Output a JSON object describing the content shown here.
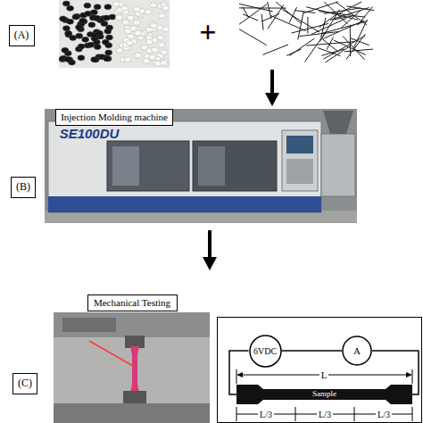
{
  "diagram": {
    "nodes": [
      {
        "text": [
          "(A)"
        ]
      },
      {
        "text": [
          "Injection Molding machine"
        ]
      },
      {
        "text": [
          "(B)"
        ]
      },
      {
        "text": [
          "Mechanical Testing"
        ]
      },
      {
        "text": [
          "(C)"
        ]
      },
      {
        "text": [
          "6VDC"
        ]
      },
      {
        "text": [
          "A"
        ]
      },
      {
        "text": [
          "Sample"
        ]
      }
    ],
    "edges": [
      {
        "from": 5,
        "to": 6,
        "arrow": "none"
      },
      {
        "from": 5,
        "to": 7,
        "arrow": "none"
      },
      {
        "from": 6,
        "to": 7,
        "arrow": "none"
      }
    ],
    "labels": [
      "+",
      "SE100DU",
      "L",
      "L/3",
      "L/3",
      "L/3"
    ]
  }
}
